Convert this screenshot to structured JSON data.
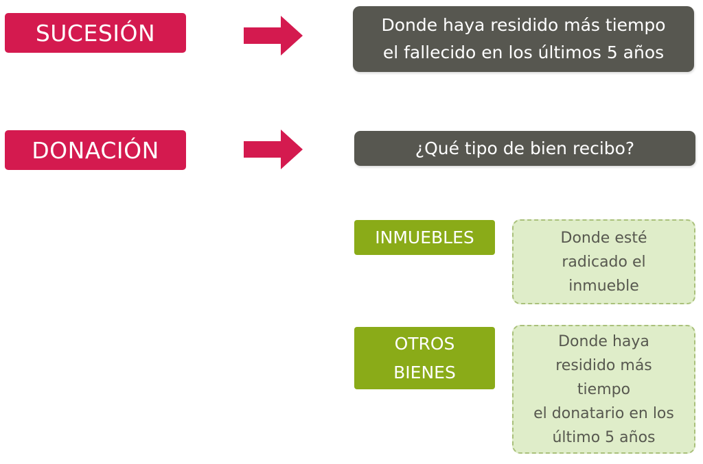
{
  "colors": {
    "accent_pink": "#d41a4f",
    "dark_gray": "#575750",
    "olive_green": "#8aab18",
    "light_green": "#dfedc9"
  },
  "icons": {
    "arrow_1": "right-arrow-icon",
    "arrow_2": "right-arrow-icon"
  },
  "sucesion": {
    "label": "SUCESIÓN",
    "result": "Donde haya residido más tiempo\nel fallecido en los últimos 5 años"
  },
  "donacion": {
    "label": "DONACIÓN",
    "question": "¿Qué tipo de bien recibo?",
    "options": [
      {
        "label": "INMUEBLES",
        "result": "Donde esté\nradicado el\ninmueble"
      },
      {
        "label": "OTROS\nBIENES",
        "result": "Donde haya\nresidido más\ntiempo\nel donatario en los\núltimo 5 años"
      }
    ]
  }
}
